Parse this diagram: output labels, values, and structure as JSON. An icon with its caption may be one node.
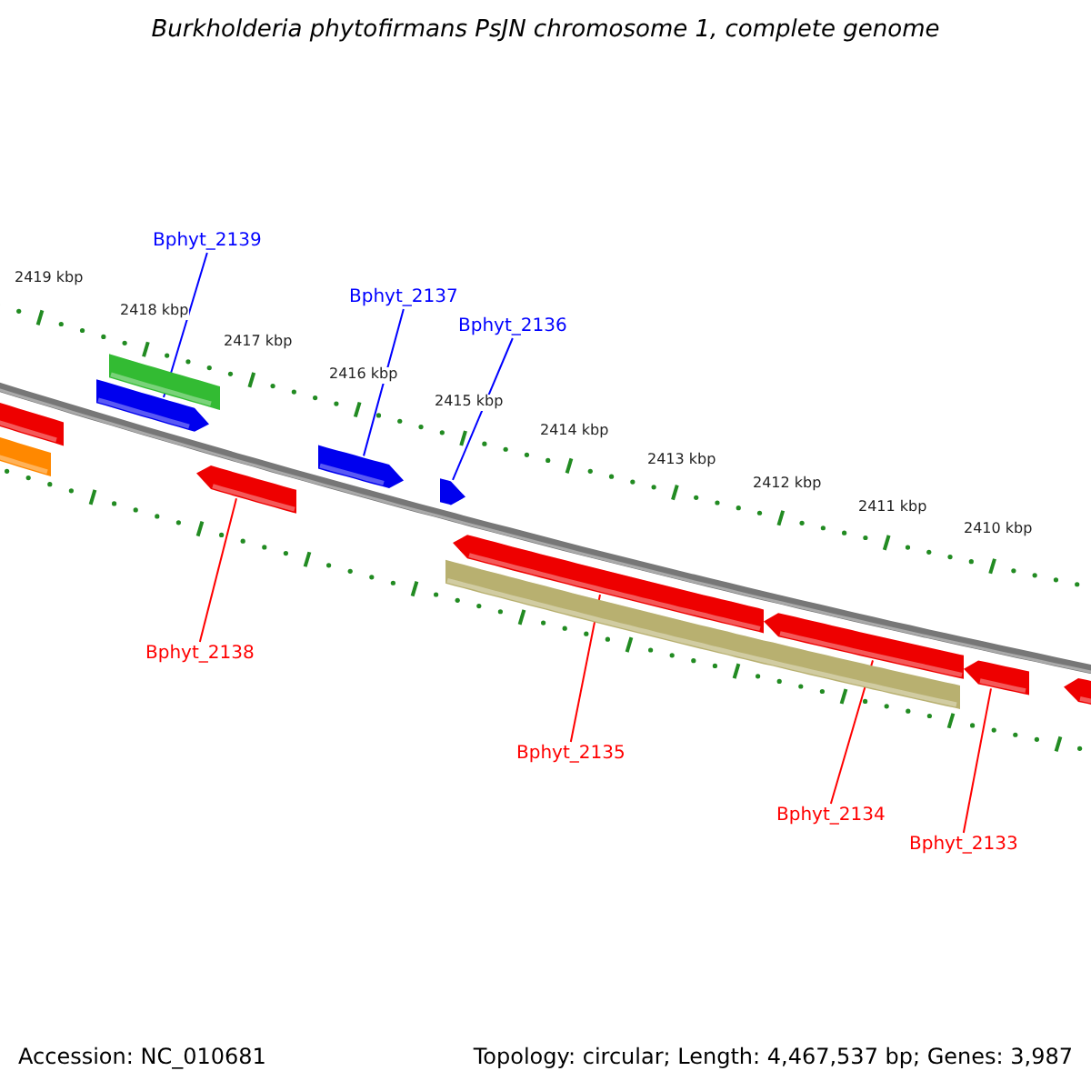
{
  "diagram": {
    "title": "Burkholderia phytofirmans PsJN chromosome 1, complete genome",
    "nodes": [
      {
        "text": [
          "Bphyt_2139"
        ]
      },
      {
        "text": [
          "Bphyt_2137"
        ]
      },
      {
        "text": [
          "Bphyt_2136"
        ]
      },
      {
        "text": [
          "Bphyt_2138"
        ]
      },
      {
        "text": [
          "Bphyt_2135"
        ]
      },
      {
        "text": [
          "Bphyt_2134"
        ]
      },
      {
        "text": [
          "Bphyt_2133"
        ]
      },
      {
        "text": [],
        "shape": "bar"
      },
      {
        "text": [],
        "shape": "bar"
      },
      {
        "text": [],
        "shape": "arrow"
      },
      {
        "text": [],
        "shape": "bar"
      },
      {
        "text": [],
        "shape": "arrow"
      },
      {
        "text": [],
        "shape": "arrow"
      },
      {
        "text": [],
        "shape": "arrow"
      },
      {
        "text": [],
        "shape": "bar"
      },
      {
        "text": [],
        "shape": "arrow"
      },
      {
        "text": [],
        "shape": "arrow"
      },
      {
        "text": [],
        "shape": "arrow"
      },
      {
        "text": [],
        "shape": "arrow"
      }
    ],
    "edges": [
      {
        "from": 0,
        "to": 9,
        "arrow": "none",
        "color": "#0000ff"
      },
      {
        "from": 1,
        "to": 12,
        "arrow": "none",
        "color": "#0000ff"
      },
      {
        "from": 2,
        "to": 13,
        "arrow": "none",
        "color": "#0000ff"
      },
      {
        "from": 3,
        "to": 11,
        "arrow": "none"
      },
      {
        "from": 4,
        "to": 15,
        "arrow": "none"
      },
      {
        "from": 5,
        "to": 16,
        "arrow": "none"
      },
      {
        "from": 6,
        "to": 17,
        "arrow": "none"
      }
    ],
    "labels": [
      "2419 kbp",
      "2418 kbp",
      "2417 kbp",
      "2416 kbp",
      "2415 kbp",
      "2414 kbp",
      "2413 kbp",
      "2412 kbp",
      "2411 kbp",
      "2410 kbp",
      "Accession: NC_010681",
      "Topology: circular; Length: 4,467,537 bp; Genes: 3,987"
    ]
  }
}
